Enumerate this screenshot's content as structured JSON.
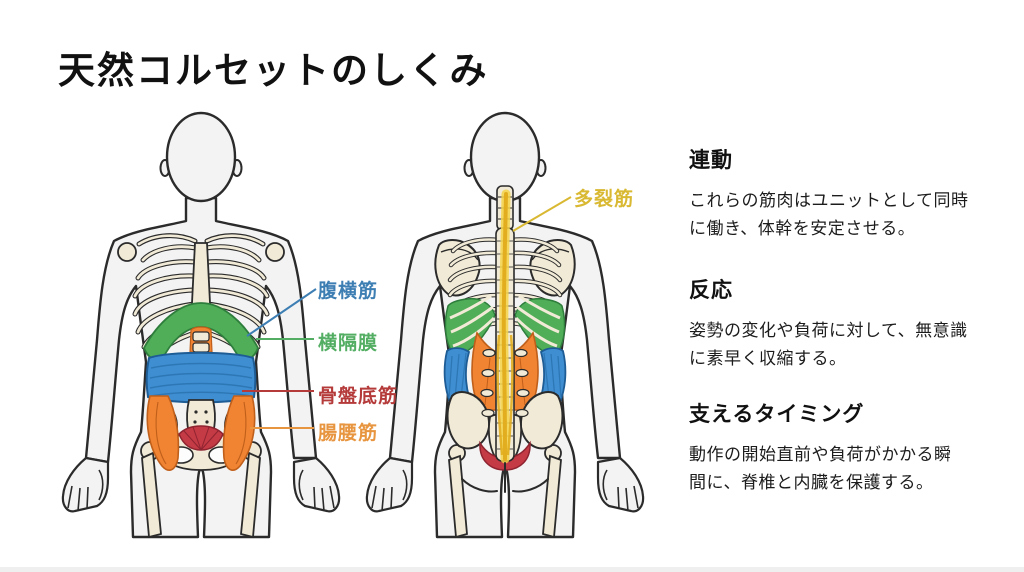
{
  "title": "天然コルセットのしくみ",
  "labels": [
    {
      "text": "腹横筋",
      "color": "#3d7eb3"
    },
    {
      "text": "横隔膜",
      "color": "#53ae63"
    },
    {
      "text": "骨盤底筋",
      "color": "#b53b3b"
    },
    {
      "text": "腸腰筋",
      "color": "#e8953f"
    },
    {
      "text": "多裂筋",
      "color": "#d9b832"
    }
  ],
  "sections": [
    {
      "heading": "連動",
      "lines": [
        "これらの筋肉はユニットとして同時",
        "に働き、体幹を安定させる。"
      ]
    },
    {
      "heading": "反応",
      "lines": [
        "姿勢の変化や負荷に対して、無意識",
        "に素早く収縮する。"
      ]
    },
    {
      "heading": "支えるタイミング",
      "lines": [
        "動作の開始直前や負荷がかかる瞬",
        "間に、脊椎と内臓を保護する。"
      ]
    }
  ],
  "palette": {
    "background": "#ffffff",
    "outline": "#2b2b2b",
    "skin": "#f3f3f3",
    "bone": "#f1ead6",
    "transverse_abdominis_blue": "#3f8ed2",
    "diaphragm_green": "#4fae57",
    "pelvic_floor_red": "#c43a45",
    "iliopsoas_orange": "#f08433",
    "multifidus_yellow": "#e9bb26",
    "title_color": "#111111",
    "body_text_color": "#1c1c1c"
  }
}
